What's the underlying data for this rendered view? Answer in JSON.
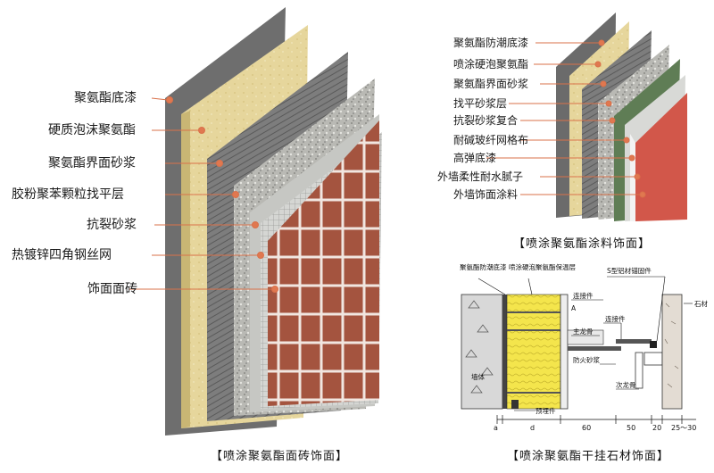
{
  "left_panel": {
    "labels": [
      "聚氨酯底漆",
      "硬质泡沫聚氨酯",
      "聚氨酯界面砂浆",
      "胶粉聚苯颗粒找平层",
      "抗裂砂浆",
      "热镀锌四角钢丝网",
      "饰面面砖"
    ],
    "caption": "【喷涂聚氨酯面砖饰面】"
  },
  "right_top_panel": {
    "labels": [
      "聚氨酯防潮底漆",
      "喷涂硬泡聚氨酯",
      "聚氨酯界面砂浆",
      "找平砂浆层",
      "抗裂砂浆复合",
      "耐碱玻纤网格布",
      "高弹底漆",
      "外墙柔性耐水腻子",
      "外墙饰面涂料"
    ],
    "caption": "【喷涂聚氨酯涂料饰面】"
  },
  "detail_panel": {
    "annotations": {
      "primer": "聚氨酯防潮底漆",
      "foam": "喷涂硬泡聚氨酯保温层",
      "anchor": "S型铝材锚固件",
      "connector1": "连接件",
      "connector2": "连接件",
      "main_keel": "主龙骨",
      "fire_mortar": "防火砂浆",
      "secondary_keel": "次龙骨",
      "stone": "石材",
      "wall": "墙体",
      "embedded": "预埋件",
      "a_mark": "A"
    },
    "dimensions": [
      "a",
      "d",
      "60",
      "50",
      "20",
      "25～30"
    ],
    "caption": "【喷涂聚氨酯干挂石材饰面】"
  },
  "colors": {
    "label_dot": "#e07850",
    "leader_line": "#d9714a",
    "tile": "#a0523f",
    "foam": "#e8d9a0",
    "grey_primer": "#6f6f6f",
    "coating": "#d2574a",
    "mesh_green": "#5f7d55",
    "foam_yellow": "#f2e14a"
  }
}
